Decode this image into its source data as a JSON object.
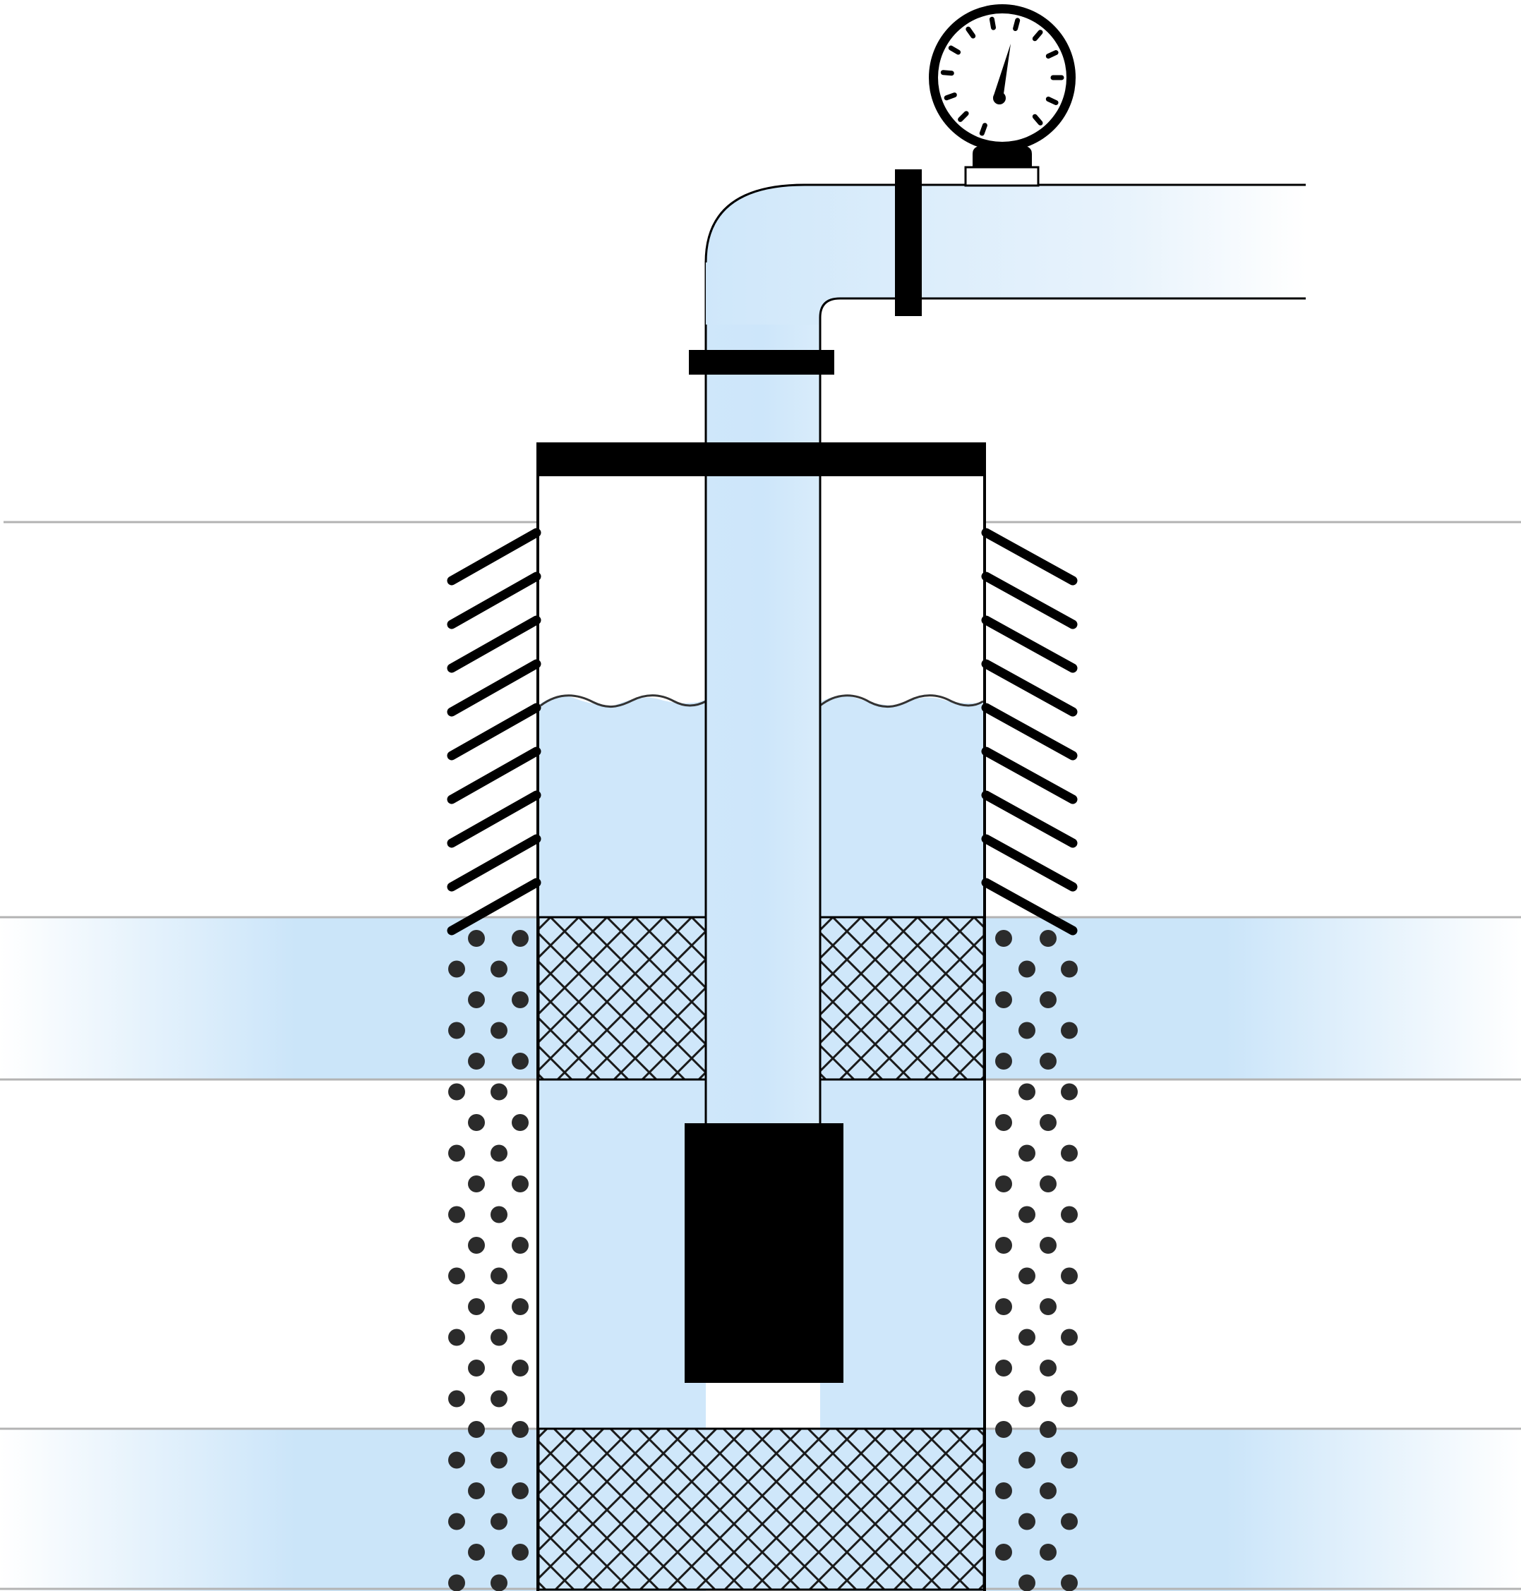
{
  "diagram": {
    "type": "submersible-well-pump-cross-section",
    "labels": []
  },
  "colors": {
    "background": "#ffffff",
    "water": "#cfe7fa",
    "water_light": "#e6f2fc",
    "aquifer": "#cbe5f9",
    "stroke": "#000000",
    "gravel": "#2b2b2b",
    "ground_line": "#b3b3b3"
  },
  "components": [
    "pressure-gauge-icon",
    "discharge-pipe",
    "pipe-flange",
    "well-cap",
    "well-casing",
    "soil-hatching",
    "water-level",
    "well-screen",
    "gravel-pack",
    "aquifer-layer",
    "submersible-pump"
  ]
}
